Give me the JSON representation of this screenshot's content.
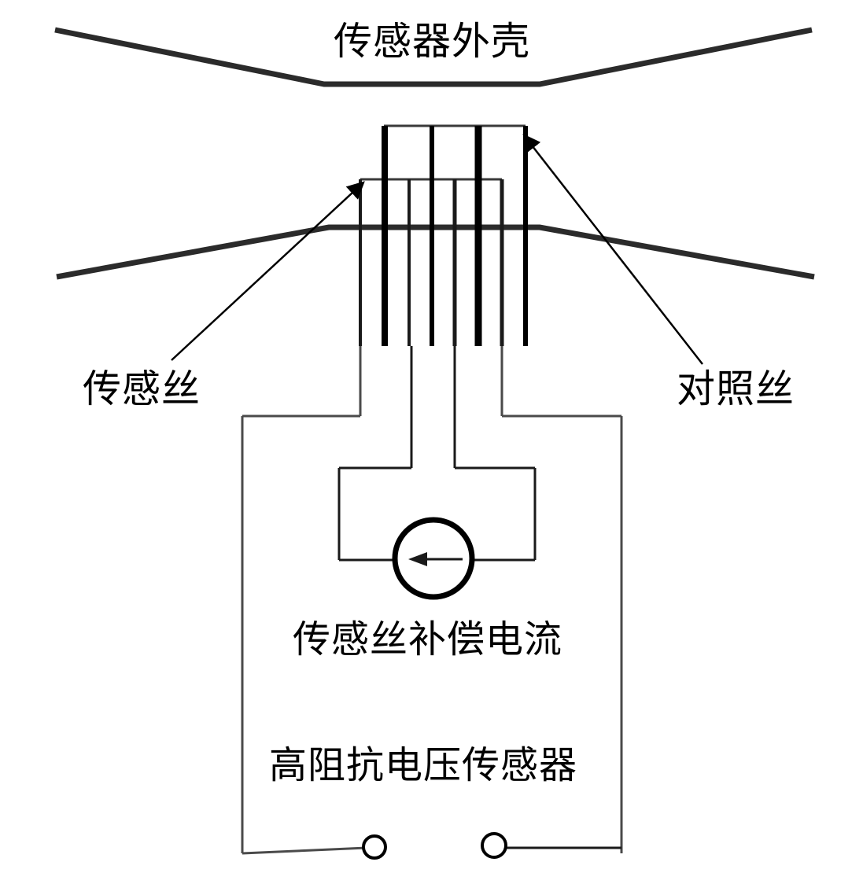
{
  "diagram": {
    "title_label": "传感器外壳",
    "labels": {
      "housing": "传感器外壳",
      "sense_wire": "传感丝",
      "reference_wire": "对照丝",
      "compensation_current": "传感丝补偿电流",
      "voltage_sensor": "高阻抗电压传感器"
    },
    "colors": {
      "stroke": "#000000",
      "background": "#ffffff",
      "thin_stroke": "#555555"
    },
    "icons": {
      "current_source": "current-source-arrow-icon",
      "terminal_left": "terminal-node-icon",
      "terminal_right": "terminal-node-icon",
      "leader_left": "leader-arrow-icon",
      "leader_right": "leader-arrow-icon"
    },
    "elements": {
      "wire_count": 8,
      "sense_wire_group": "thick-vertical-wires",
      "reference_wire_group": "thin-vertical-wires"
    }
  }
}
